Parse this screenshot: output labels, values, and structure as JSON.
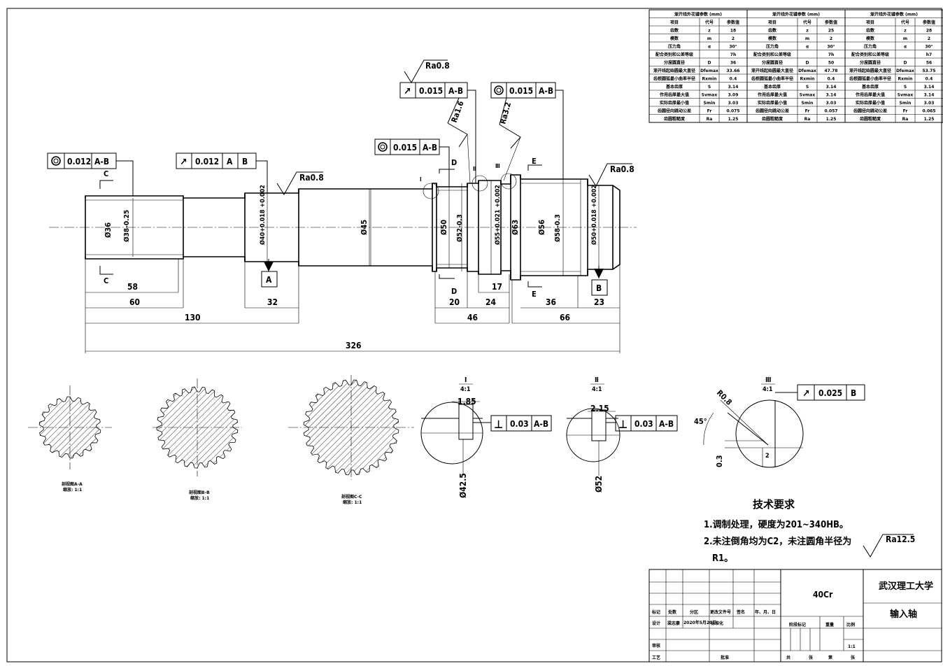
{
  "spline_tables": [
    {
      "title": "渐开线外花键参数 (mm)",
      "headers": [
        "项目",
        "代号",
        "参数值"
      ],
      "rows": [
        [
          "齿数",
          "z",
          "18"
        ],
        [
          "模数",
          "m",
          "2"
        ],
        [
          "压力角",
          "α",
          "30°"
        ],
        [
          "配合类别和公差等级",
          "",
          "7h"
        ],
        [
          "分度圆直径",
          "D",
          "36"
        ],
        [
          "渐开线起始圆最大直径",
          "Dfemax",
          "33.66"
        ],
        [
          "齿根圆弧最小曲率半径",
          "Rxmin",
          "0.4"
        ],
        [
          "基本齿厚",
          "S",
          "3.14"
        ],
        [
          "作用齿厚最大值",
          "Svmax",
          "3.09"
        ],
        [
          "实际齿厚最小值",
          "Smin",
          "3.03"
        ],
        [
          "齿圆径向跳动公差",
          "Fr",
          "0.075"
        ],
        [
          "齿圆粗糙度",
          "Ra",
          "1.25"
        ]
      ]
    },
    {
      "title": "渐开线外花键参数 (mm)",
      "headers": [
        "项目",
        "代号",
        "参数值"
      ],
      "rows": [
        [
          "齿数",
          "z",
          "25"
        ],
        [
          "模数",
          "m",
          "2"
        ],
        [
          "压力角",
          "α",
          "30°"
        ],
        [
          "配合类别和公差等级",
          "",
          "7h"
        ],
        [
          "分度圆直径",
          "D",
          "50"
        ],
        [
          "渐开线起始圆最大直径",
          "Dfemax",
          "47.78"
        ],
        [
          "齿根圆弧最小曲率半径",
          "Rxmin",
          "0.4"
        ],
        [
          "基本齿厚",
          "S",
          "3.14"
        ],
        [
          "作用齿厚最大值",
          "Svmax",
          "3.14"
        ],
        [
          "实际齿厚最小值",
          "Smin",
          "3.03"
        ],
        [
          "齿圆径向跳动公差",
          "Fr",
          "0.057"
        ],
        [
          "齿圆粗糙度",
          "Ra",
          "1.25"
        ]
      ]
    },
    {
      "title": "渐开线外花键参数 (mm)",
      "headers": [
        "项目",
        "代号",
        "参数值"
      ],
      "rows": [
        [
          "齿数",
          "z",
          "28"
        ],
        [
          "模数",
          "m",
          "2"
        ],
        [
          "压力角",
          "α",
          "30°"
        ],
        [
          "配合类别和公差等级",
          "",
          "h7"
        ],
        [
          "分度圆直径",
          "D",
          "56"
        ],
        [
          "渐开线起始圆最大直径",
          "Dfemax",
          "53.75"
        ],
        [
          "齿根圆弧最小曲率半径",
          "Rxmin",
          "0.4"
        ],
        [
          "基本齿厚",
          "S",
          "3.14"
        ],
        [
          "作用齿厚最大值",
          "Svmax",
          "3.14"
        ],
        [
          "实际齿厚最小值",
          "Smin",
          "3.03"
        ],
        [
          "齿圆径向跳动公差",
          "Fr",
          "0.065"
        ],
        [
          "齿圆粗糙度",
          "Ra",
          "1.25"
        ]
      ]
    }
  ],
  "main_view": {
    "fcf_runout_top": {
      "symbol": "↗",
      "tol": "0.015",
      "datum": "A-B"
    },
    "ra_top": "Ra0.8",
    "ra_1_6": "Ra1.6",
    "ra_3_2": "Ra3.2",
    "fcf_conc_top_right": {
      "tol": "0.015",
      "datum": "A-B"
    },
    "fcf_conc_mid": {
      "tol": "0.015",
      "datum": "A-B"
    },
    "fcf_conc_left": {
      "tol": "0.012",
      "datum": "A-B"
    },
    "fcf_runout_left": {
      "symbol": "↗",
      "tol": "0.012",
      "datum1": "A",
      "datum2": "B"
    },
    "ra_left": "Ra0.8",
    "ra_right": "Ra0.8",
    "section_letters": {
      "c": "C",
      "d": "D",
      "e": "E"
    },
    "detail_marks": {
      "i": "I",
      "ii": "Ⅱ",
      "iii": "Ⅲ"
    },
    "datum_a": "A",
    "datum_b": "B",
    "diameters": {
      "d36": "Ø36",
      "d38": "Ø38-0.25",
      "d40": "Ø40+0.018 +0.002",
      "d45": "Ø45",
      "d50a": "Ø50",
      "d52": "Ø52-0.3",
      "d55": "Ø55+0.021 +0.002",
      "d63": "Ø63",
      "d56": "Ø56",
      "d58": "Ø58-0.3",
      "d50b": "Ø50+0.018 +0.002"
    },
    "lengths": {
      "l58": "58",
      "l60": "60",
      "l32": "32",
      "l130": "130",
      "l20": "20",
      "l24": "24",
      "l17": "17",
      "l36": "36",
      "l23": "23",
      "l46": "46",
      "l66": "66",
      "l326": "326"
    }
  },
  "sections": {
    "a_label": "剖视图A-A",
    "a_scale": "缩放: 1:1",
    "b_label": "剖视图B-B",
    "b_scale": "缩放: 1:1",
    "c_label": "剖视图C-C",
    "c_scale": "缩放: 1:1"
  },
  "details": {
    "i": {
      "title": "I",
      "scale": "4:1",
      "dim": "1.85",
      "fcf_tol": "0.03",
      "fcf_datum": "A-B",
      "dia": "Ø42.5"
    },
    "ii": {
      "title": "Ⅱ",
      "scale": "4:1",
      "dim": "2.15",
      "fcf_tol": "0.03",
      "fcf_datum": "A-B",
      "dia": "Ø52"
    },
    "iii": {
      "title": "Ⅲ",
      "scale": "4:1",
      "radius": "R0.8",
      "angle": "45°",
      "depth": "0.3",
      "width": "2",
      "fcf_tol": "0.025",
      "fcf_datum": "B"
    }
  },
  "requirements": {
    "title": "技术要求",
    "line1": "1.调制处理，硬度为201~340HB。",
    "line2": "2.未注倒角均为C2，未注圆角半径为",
    "line3": "R1。",
    "ra_general": "Ra12.5"
  },
  "title_block": {
    "material": "40Cr",
    "university": "武汉理工大学",
    "part_name": "输入轴",
    "h_biaoji": "标记",
    "h_chushu": "处数",
    "h_fenqu": "分区",
    "h_genggai": "更改文件号",
    "h_qianming": "签名",
    "h_date": "年、月、日",
    "h_sheji": "设计",
    "designer": "梁志豪",
    "design_date": "2020年5月20日",
    "h_biaozhun": "标准化",
    "h_jieduan": "阶段标记",
    "h_zhongliang": "重量",
    "h_bili": "比例",
    "scale": "1:1",
    "h_shenhe": "审核",
    "h_gongyi": "工艺",
    "h_pizhun": "批准",
    "h_gong": "共",
    "h_zhang1": "张",
    "h_di": "第",
    "h_zhang2": "张"
  }
}
